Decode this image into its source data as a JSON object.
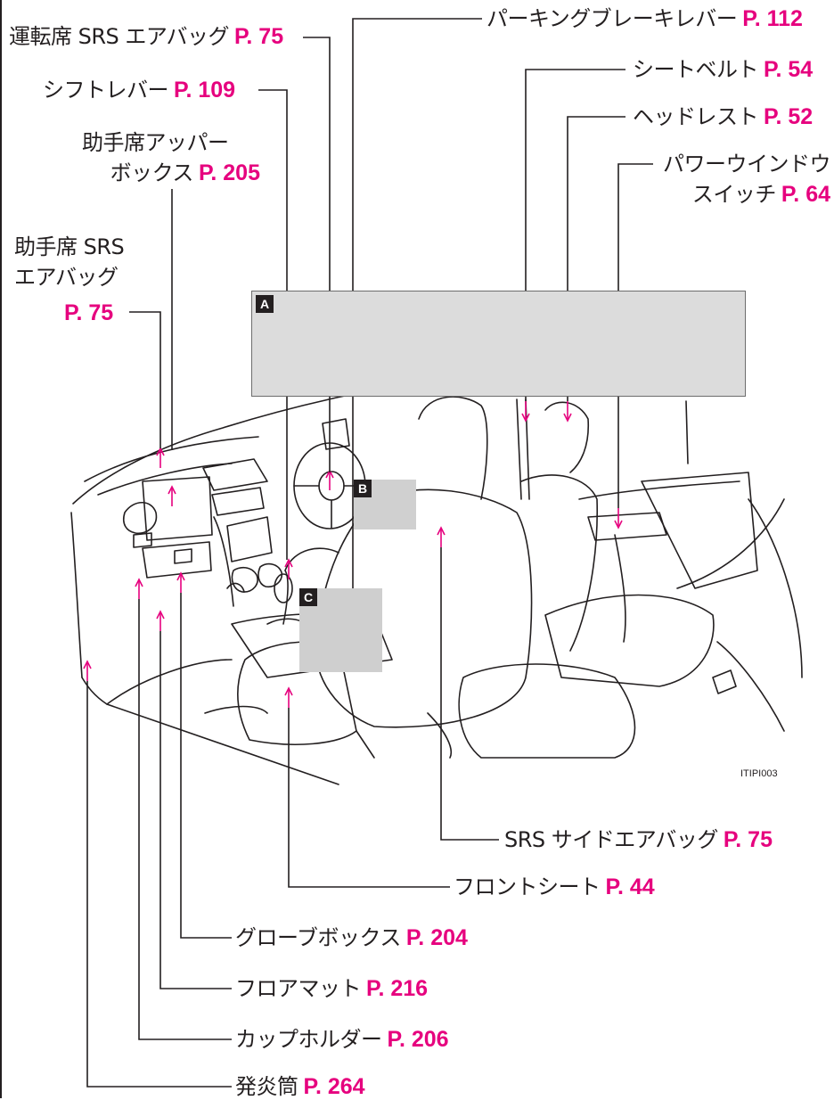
{
  "figure_code": "ITIPI003",
  "inset_labels": {
    "a": "A",
    "b": "B",
    "c": "C"
  },
  "callouts": {
    "driver_airbag": {
      "text": "運転席 SRS エアバッグ",
      "page": "P. 75"
    },
    "shift_lever": {
      "text": "シフトレバー",
      "page": "P. 109"
    },
    "upper_box": {
      "line1": "助手席アッパー",
      "line2": "ボックス",
      "page": "P. 205"
    },
    "passenger_airbag": {
      "line1": "助手席 SRS",
      "line2": "エアバッグ",
      "page": "P. 75"
    },
    "parking_brake": {
      "text": "パーキングブレーキレバー",
      "page": "P. 112"
    },
    "seatbelt": {
      "text": "シートベルト",
      "page": "P. 54"
    },
    "headrest": {
      "text": "ヘッドレスト",
      "page": "P. 52"
    },
    "power_window": {
      "line1": "パワーウインドウ",
      "line2": "スイッチ",
      "page": "P. 64"
    },
    "side_airbag": {
      "text": "SRS サイドエアバッグ",
      "page": "P. 75"
    },
    "front_seat": {
      "text": "フロントシート",
      "page": "P. 44"
    },
    "glove_box": {
      "text": "グローブボックス",
      "page": "P. 204"
    },
    "floor_mat": {
      "text": "フロアマット",
      "page": "P. 216"
    },
    "cup_holder": {
      "text": "カップホルダー",
      "page": "P. 206"
    },
    "flare": {
      "text": "発炎筒",
      "page": "P. 264"
    }
  }
}
